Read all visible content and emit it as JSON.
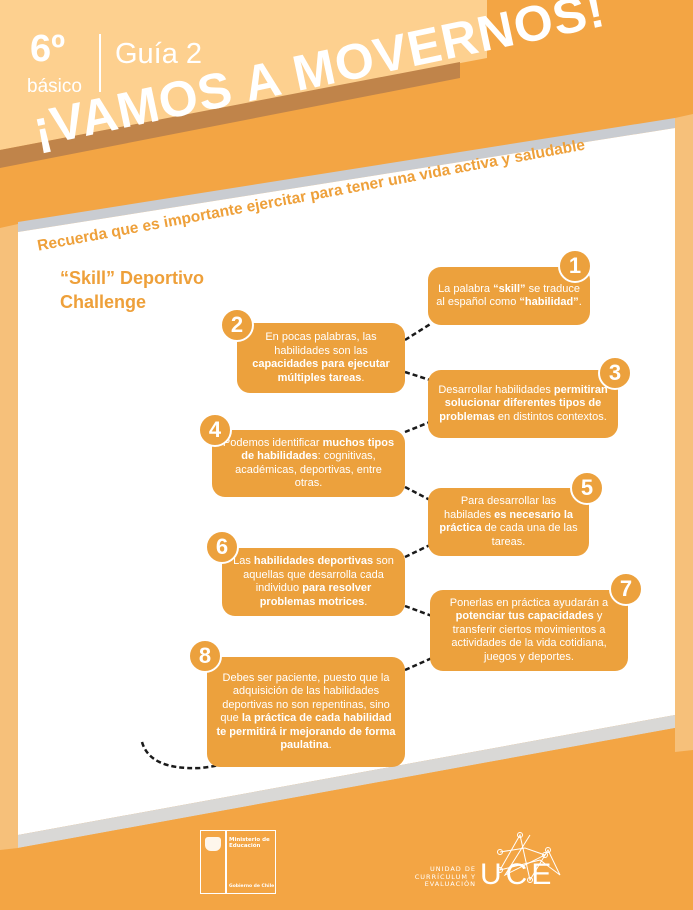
{
  "header": {
    "grade": "6º",
    "level": "básico",
    "guide": "Guía 2",
    "title": "¡VAMOS A MOVERNOS!",
    "subtitle": "Recuerda que es importante ejercitar para tener una vida activa y saludable"
  },
  "challenge": {
    "line1": "“Skill” Deportivo",
    "line2": "Challenge"
  },
  "steps": [
    {
      "number": "1",
      "text": [
        {
          "t": "La palabra "
        },
        {
          "t": "“skill”",
          "b": true
        },
        {
          "t": " se traduce al español como "
        },
        {
          "t": "“habilidad”",
          "b": true
        },
        {
          "t": "."
        }
      ]
    },
    {
      "number": "2",
      "text": [
        {
          "t": "En pocas palabras, las habilidades son las "
        },
        {
          "t": "capacidades para ejecutar múltiples tareas",
          "b": true
        },
        {
          "t": "."
        }
      ]
    },
    {
      "number": "3",
      "text": [
        {
          "t": "Desarrollar habilidades "
        },
        {
          "t": "permitiran solucionar diferentes tipos de problemas",
          "b": true
        },
        {
          "t": " en distintos contextos."
        }
      ]
    },
    {
      "number": "4",
      "text": [
        {
          "t": "Podemos identificar "
        },
        {
          "t": "muchos tipos de habilidades",
          "b": true
        },
        {
          "t": ": cognitivas, académicas, deportivas, entre otras."
        }
      ]
    },
    {
      "number": "5",
      "text": [
        {
          "t": "Para desarrollar las habilades "
        },
        {
          "t": "es necesario la práctica",
          "b": true
        },
        {
          "t": " de cada  una de las tareas."
        }
      ]
    },
    {
      "number": "6",
      "text": [
        {
          "t": "Las "
        },
        {
          "t": "habilidades deportivas",
          "b": true
        },
        {
          "t": " son aquellas que desarrolla cada individuo "
        },
        {
          "t": "para resolver problemas motrices",
          "b": true
        },
        {
          "t": "."
        }
      ]
    },
    {
      "number": "7",
      "text": [
        {
          "t": "Ponerlas en práctica ayudarán a "
        },
        {
          "t": "potenciar tus capacidades",
          "b": true
        },
        {
          "t": " y transferir ciertos movimientos a actividades de la vida cotidiana, juegos y deportes."
        }
      ]
    },
    {
      "number": "8",
      "text": [
        {
          "t": "Debes ser paciente, puesto que la adquisición de las habilidades deportivas no son repentinas, sino que "
        },
        {
          "t": "la práctica de cada habilidad te permitirá ir mejorando de forma paulatina",
          "b": true
        },
        {
          "t": "."
        }
      ]
    }
  ],
  "footer": {
    "ministry": "Ministerio de Educación",
    "government": "Gobierno de Chile",
    "unit_line1": "UNIDAD DE",
    "unit_line2": "CURRÍCULUM Y",
    "unit_line3": "EVALUACIÓN",
    "unit_acronym": "UCE"
  },
  "colors": {
    "orange": "#f3a544",
    "box": "#eca13d",
    "light_orange": "#fdd08f",
    "brown": "#c0844a",
    "grey_stripe": "#c9ccd1"
  }
}
